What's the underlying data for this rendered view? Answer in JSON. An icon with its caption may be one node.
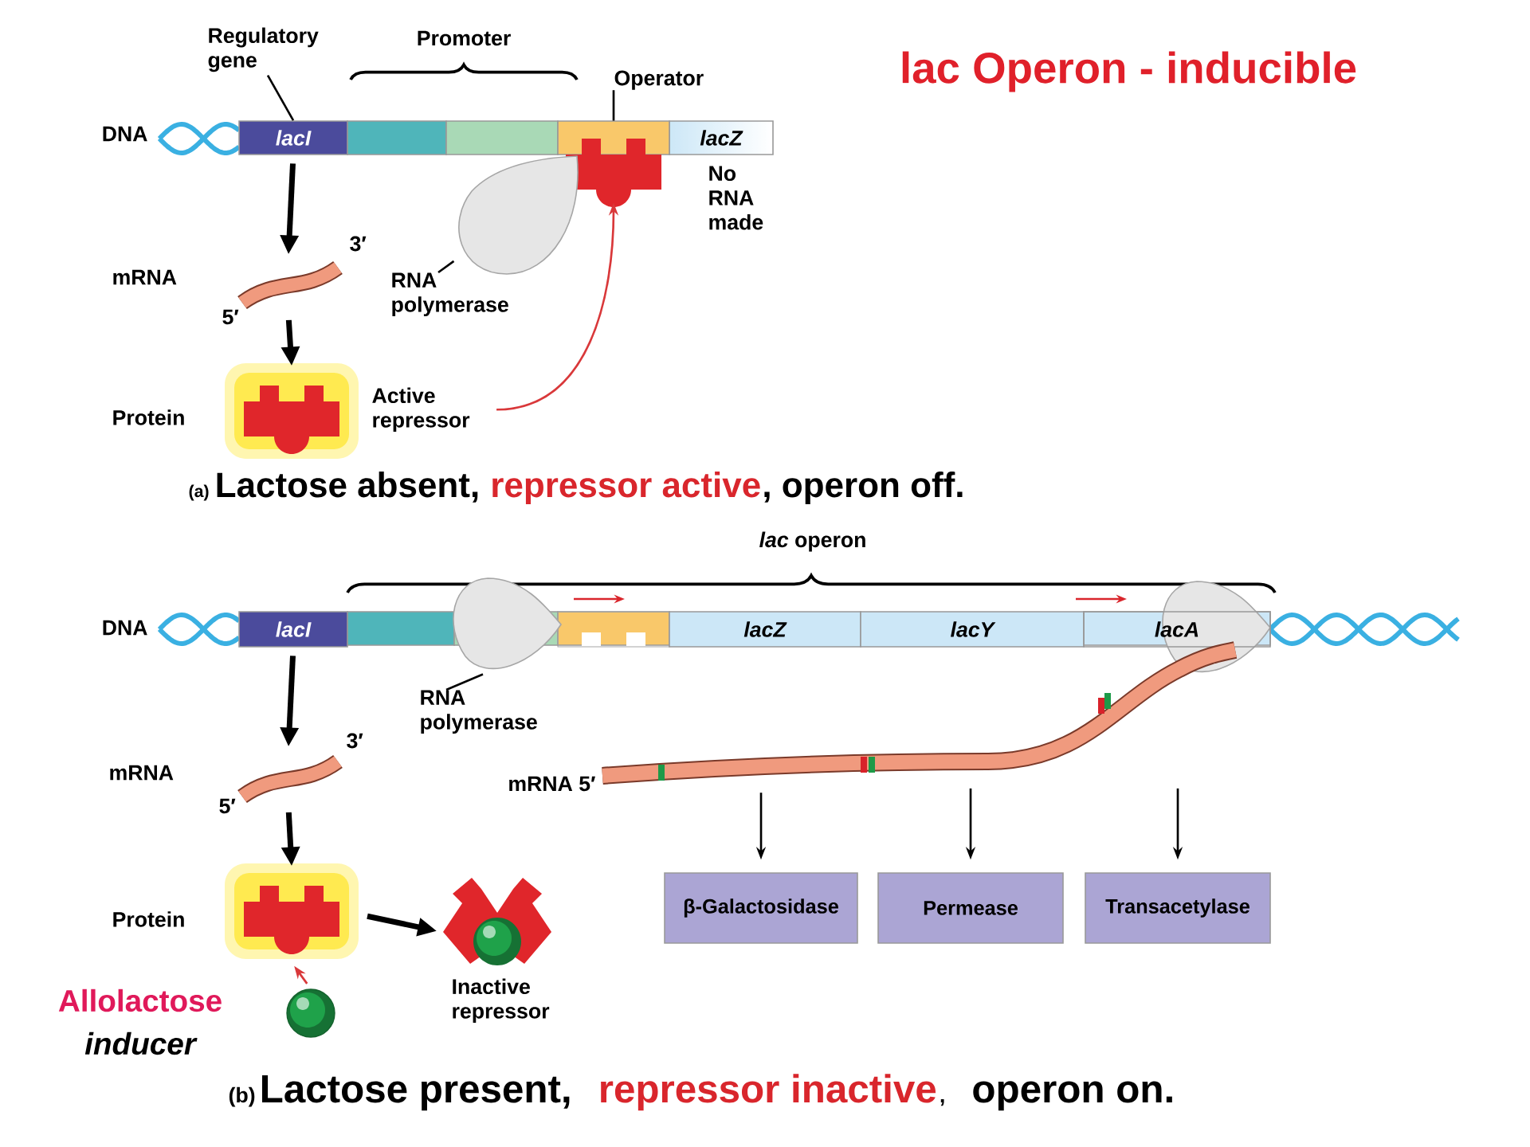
{
  "diagram": {
    "title": "lac Operon - inducible",
    "nodes": [
      {
        "text": [
          "lacI"
        ]
      },
      {
        "text": [
          "lacZ"
        ]
      },
      {
        "text": [
          "Regulatory gene"
        ]
      },
      {
        "text": [
          "Operator"
        ]
      },
      {
        "text": [],
        "shape": "box"
      },
      {
        "text": [
          "RNA polymerase"
        ]
      },
      {
        "text": [],
        "shape": "picture"
      },
      {
        "text": [],
        "shape": "picture"
      },
      {
        "text": [],
        "shape": "picture",
        "beside": [
          "Protein"
        ]
      },
      {
        "text": [
          "Active repressor"
        ]
      },
      {
        "text": [
          "lacI"
        ]
      },
      {
        "text": [
          "lacZ"
        ]
      },
      {
        "text": [
          "lacY"
        ]
      },
      {
        "text": [
          "lacA"
        ]
      },
      {
        "text": [
          "RNA polymerase"
        ]
      },
      {
        "text": [],
        "shape": "picture"
      },
      {
        "text": [],
        "shape": "picture"
      },
      {
        "text": [],
        "shape": "picture",
        "beside": [
          "Protein"
        ]
      },
      {
        "text": [],
        "shape": "picture",
        "beside": [
          "Inactive repressor"
        ]
      },
      {
        "text": [],
        "shape": "circle"
      },
      {
        "text": [],
        "shape": "picture",
        "beside": [
          "mRNA 5′"
        ]
      },
      {
        "text": [
          "β-Galactosidase"
        ]
      },
      {
        "text": [
          "Permease"
        ]
      },
      {
        "text": [
          "Transacetylase"
        ]
      }
    ],
    "edges": [
      {
        "from": 2,
        "to": 0,
        "arrow": "none"
      },
      {
        "from": 3,
        "to": 4,
        "arrow": "none"
      },
      {
        "from": 5,
        "to": 6,
        "arrow": "none"
      },
      {
        "from": 0,
        "to": 7,
        "arrow": "to",
        "style": "thick"
      },
      {
        "from": 7,
        "to": 8,
        "arrow": "to",
        "style": "thick"
      },
      {
        "from": 9,
        "to": 4,
        "arrow": "to",
        "color": "#d9383a"
      },
      {
        "from": 14,
        "to": 15,
        "arrow": "none"
      },
      {
        "from": 10,
        "to": 16,
        "arrow": "to",
        "style": "thick"
      },
      {
        "from": 16,
        "to": 17,
        "arrow": "to",
        "style": "thick"
      },
      {
        "from": 17,
        "to": 18,
        "arrow": "to",
        "style": "thick"
      },
      {
        "from": 19,
        "to": 17,
        "arrow": "to",
        "color": "#d9383a"
      },
      {
        "from": 20,
        "to": 21,
        "arrow": "to"
      },
      {
        "from": 20,
        "to": 22,
        "arrow": "to"
      },
      {
        "from": 20,
        "to": 23,
        "arrow": "to"
      }
    ],
    "labels": [
      "Promoter",
      "DNA",
      "No RNA made",
      "3′",
      "mRNA",
      "5′",
      "(a)",
      "Lactose absent,",
      "repressor active",
      ", operon off.",
      "*lac* operon",
      "DNA",
      "3′",
      "mRNA",
      "5′",
      "Allolactose",
      "inducer",
      "(b)",
      "Lactose present,",
      "repressor inactive",
      ",",
      "operon on."
    ]
  }
}
